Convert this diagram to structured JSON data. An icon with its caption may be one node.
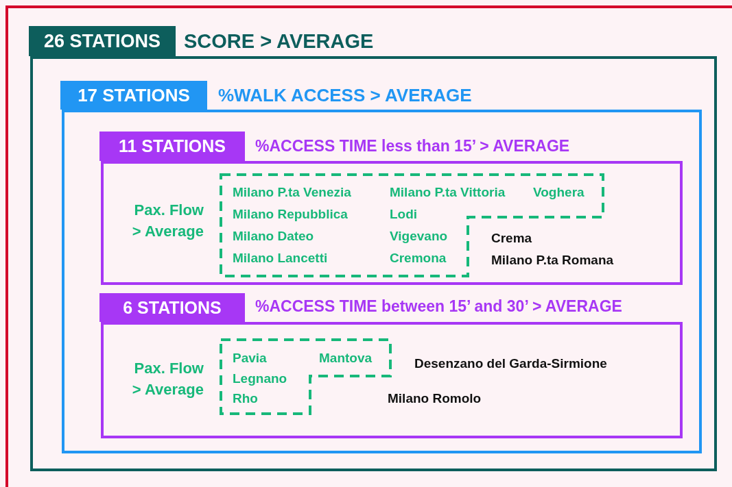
{
  "diagram": {
    "nodes": [
      {
        "text": [
          "26 STATIONS",
          "SCORE > AVERAGE"
        ]
      },
      {
        "text": [
          "17 STATIONS",
          "%WALK ACCESS > AVERAGE"
        ],
        "in": 0
      },
      {
        "text": [
          "11 STATIONS",
          "%ACCESS TIME less than 15’ > AVERAGE",
          "Crema",
          "Milano P.ta Romana"
        ],
        "in": 1
      },
      {
        "text": [
          "Milano P.ta Venezia",
          "Milano P.ta Vittoria",
          "Voghera",
          "Milano Repubblica",
          "Lodi",
          "Milano Dateo",
          "Vigevano",
          "Milano Lancetti",
          "Cremona"
        ],
        "beside": [
          "Pax. Flow > Average"
        ],
        "in": 2
      },
      {
        "text": [
          "6 STATIONS",
          "%ACCESS TIME between 15’ and 30’ > AVERAGE",
          "Desenzano del Garda-Sirmione",
          "Milano Romolo"
        ],
        "in": 1
      },
      {
        "text": [
          "Pavia",
          "Mantova",
          "Legnano",
          "Rho"
        ],
        "beside": [
          "Pax. Flow > Average"
        ],
        "in": 4
      }
    ]
  }
}
